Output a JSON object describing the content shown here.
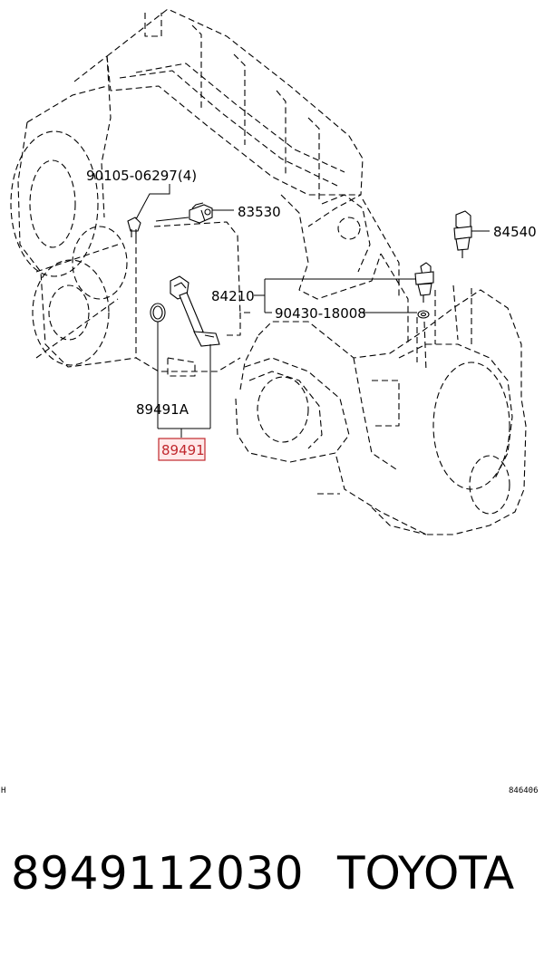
{
  "diagram": {
    "callouts": {
      "bolt_set": "90105-06297(4)",
      "switch": "83530",
      "sensor_right": "84540",
      "sensor_mid": "84210",
      "gasket": "90430-18008",
      "oring": "89491A",
      "highlighted_part": "89491"
    },
    "corner_left": "H",
    "corner_right": "846406",
    "highlight_color": "#c0282d"
  },
  "footer": {
    "part_number": "8949112030",
    "brand": "TOYOTA"
  }
}
